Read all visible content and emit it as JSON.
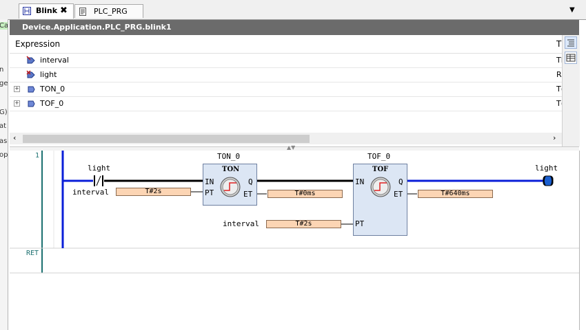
{
  "tabs": [
    {
      "label": "Blink",
      "active": true,
      "close": "✖"
    },
    {
      "label": "PLC_PRG",
      "active": false
    }
  ],
  "left_fragments": [
    "Ca",
    "n",
    "ge",
    "G)",
    "at",
    "as",
    "op"
  ],
  "watch": {
    "path": "Device.Application.PLC_PRG.blink1",
    "column_header": "Expression",
    "column2_header_fragment": "T",
    "rows": [
      {
        "name": "interval",
        "type_fragment": "TI",
        "expandable": false,
        "icon": "input-variable-icon"
      },
      {
        "name": "light",
        "type_fragment": "R",
        "expandable": false,
        "icon": "output-variable-icon"
      },
      {
        "name": "TON_0",
        "type_fragment": "T(",
        "expandable": true,
        "icon": "function-block-instance-icon"
      },
      {
        "name": "TOF_0",
        "type_fragment": "T(",
        "expandable": true,
        "icon": "function-block-instance-icon"
      }
    ]
  },
  "ladder": {
    "network_number": "1",
    "ret_label": "RET",
    "contact_label": "light",
    "contact_pt_var": "interval",
    "ton": {
      "instance": "TON_0",
      "type": "TON",
      "in": "IN",
      "pt": "PT",
      "q": "Q",
      "et": "ET",
      "pt_value": "T#2s",
      "et_value": "T#0ms"
    },
    "tof": {
      "instance": "TOF_0",
      "type": "TOF",
      "in": "IN",
      "pt": "PT",
      "q": "Q",
      "et": "ET",
      "pt_var": "interval",
      "pt_value": "T#2s",
      "et_value": "T#640ms"
    },
    "coil_label": "light"
  },
  "colors": {
    "rail_blue": "#0a1ed8",
    "power_black": "#000000",
    "value_fill": "#fcd5b4",
    "fb_fill": "#dce6f4",
    "header_grey": "#6b6b6b"
  }
}
